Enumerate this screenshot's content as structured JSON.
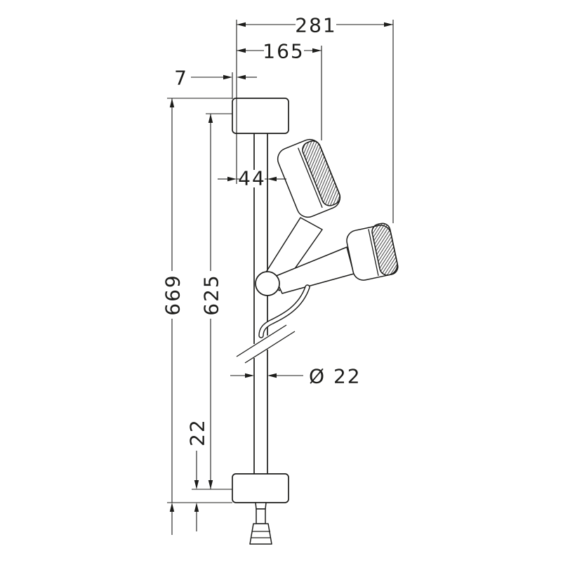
{
  "drawing": {
    "background": "#ffffff",
    "line_color": "#1d1d1b"
  },
  "dimensions": {
    "top_width": "281",
    "head_offset": "165",
    "edge_offset": "7",
    "holder_offset": "44",
    "bar_length": "669",
    "hole_spacing": "625",
    "bar_diameter": "Ø 22",
    "bottom_offset": "22"
  }
}
